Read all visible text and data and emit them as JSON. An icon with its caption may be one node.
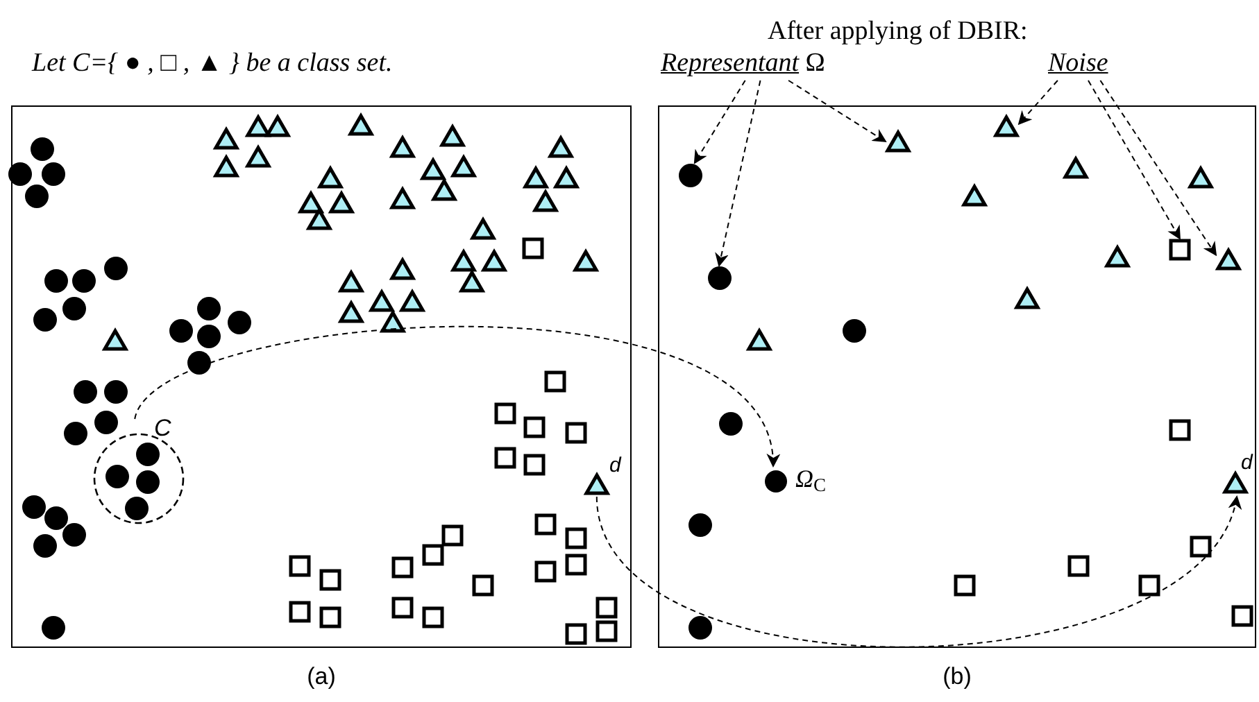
{
  "diagram": {
    "nodes": [
      {
        "text": [],
        "shape": "box",
        "beside": [
          "(a)"
        ]
      },
      {
        "text": [
          "C"
        ],
        "in": 0
      },
      {
        "text": [],
        "shape": "circle",
        "in": 1
      },
      {
        "text": [],
        "shape": "circle",
        "in": 1
      },
      {
        "text": [],
        "shape": "circle",
        "in": 1
      },
      {
        "text": [],
        "shape": "circle",
        "in": 1
      },
      {
        "text": [
          "d"
        ],
        "in": 0
      },
      {
        "text": [],
        "shape": "circle",
        "in": 0
      },
      {
        "text": [],
        "shape": "circle",
        "in": 0
      },
      {
        "text": [],
        "shape": "circle",
        "in": 0
      },
      {
        "text": [],
        "shape": "circle",
        "in": 0
      },
      {
        "text": [],
        "shape": "circle",
        "in": 0
      },
      {
        "text": [],
        "shape": "circle",
        "in": 0
      },
      {
        "text": [],
        "shape": "circle",
        "in": 0
      },
      {
        "text": [],
        "shape": "circle",
        "in": 0
      },
      {
        "text": [],
        "shape": "circle",
        "in": 0
      },
      {
        "text": [],
        "shape": "circle",
        "in": 0
      },
      {
        "text": [],
        "shape": "circle",
        "in": 0
      },
      {
        "text": [],
        "shape": "circle",
        "in": 0
      },
      {
        "text": [],
        "shape": "circle",
        "in": 0
      },
      {
        "text": [],
        "shape": "circle",
        "in": 0
      },
      {
        "text": [],
        "shape": "circle",
        "in": 0
      },
      {
        "text": [],
        "shape": "circle",
        "in": 0
      },
      {
        "text": [],
        "shape": "circle",
        "in": 0
      },
      {
        "text": [],
        "shape": "circle",
        "in": 0
      },
      {
        "text": [],
        "shape": "circle",
        "in": 0
      },
      {
        "text": [],
        "shape": "circle",
        "in": 0
      },
      {
        "text": [],
        "shape": "circle",
        "in": 0
      },
      {
        "text": [],
        "shape": "circle",
        "in": 0
      },
      {
        "text": [],
        "shape": "circle",
        "in": 0
      },
      {
        "text": [],
        "shape": "triangle",
        "in": 0
      },
      {
        "text": [],
        "shape": "triangle",
        "in": 0
      },
      {
        "text": [],
        "shape": "triangle",
        "in": 0
      },
      {
        "text": [],
        "shape": "triangle",
        "in": 0
      },
      {
        "text": [],
        "shape": "triangle",
        "in": 0
      },
      {
        "text": [],
        "shape": "triangle",
        "in": 0
      },
      {
        "text": [],
        "shape": "triangle",
        "in": 0
      },
      {
        "text": [],
        "shape": "triangle",
        "in": 0
      },
      {
        "text": [],
        "shape": "triangle",
        "in": 0
      },
      {
        "text": [],
        "shape": "triangle",
        "in": 0
      },
      {
        "text": [],
        "shape": "triangle",
        "in": 0
      },
      {
        "text": [],
        "shape": "triangle",
        "in": 0
      },
      {
        "text": [],
        "shape": "triangle",
        "in": 0
      },
      {
        "text": [],
        "shape": "triangle",
        "in": 0
      },
      {
        "text": [],
        "shape": "triangle",
        "in": 0
      },
      {
        "text": [],
        "shape": "triangle",
        "in": 0
      },
      {
        "text": [],
        "shape": "triangle",
        "in": 0
      },
      {
        "text": [],
        "shape": "triangle",
        "in": 0
      },
      {
        "text": [],
        "shape": "triangle",
        "in": 0
      },
      {
        "text": [],
        "shape": "triangle",
        "in": 0
      },
      {
        "text": [],
        "shape": "triangle",
        "in": 0
      },
      {
        "text": [],
        "shape": "triangle",
        "in": 0
      },
      {
        "text": [],
        "shape": "triangle",
        "in": 0
      },
      {
        "text": [],
        "shape": "triangle",
        "in": 0
      },
      {
        "text": [],
        "shape": "triangle",
        "in": 0
      },
      {
        "text": [],
        "shape": "triangle",
        "in": 0
      },
      {
        "text": [],
        "shape": "triangle",
        "in": 0
      },
      {
        "text": [],
        "shape": "triangle",
        "in": 0
      },
      {
        "text": [],
        "shape": "triangle",
        "in": 0
      },
      {
        "text": [],
        "shape": "triangle",
        "in": 0
      },
      {
        "text": [],
        "shape": "triangle",
        "in": 0
      },
      {
        "text": [],
        "shape": "triangle",
        "in": 0
      },
      {
        "text": [],
        "shape": "box",
        "in": 0
      },
      {
        "text": [],
        "shape": "box",
        "in": 0
      },
      {
        "text": [],
        "shape": "box",
        "in": 0
      },
      {
        "text": [],
        "shape": "box",
        "in": 0
      },
      {
        "text": [],
        "shape": "box",
        "in": 0
      },
      {
        "text": [],
        "shape": "box",
        "in": 0
      },
      {
        "text": [],
        "shape": "box",
        "in": 0
      },
      {
        "text": [],
        "shape": "box",
        "in": 0
      },
      {
        "text": [],
        "shape": "box",
        "in": 0
      },
      {
        "text": [],
        "shape": "box",
        "in": 0
      },
      {
        "text": [],
        "shape": "box",
        "in": 0
      },
      {
        "text": [],
        "shape": "box",
        "in": 0
      },
      {
        "text": [],
        "shape": "box",
        "in": 0
      },
      {
        "text": [],
        "shape": "box",
        "in": 0
      },
      {
        "text": [],
        "shape": "box",
        "in": 0
      },
      {
        "text": [],
        "shape": "box",
        "in": 0
      },
      {
        "text": [],
        "shape": "box",
        "in": 0
      },
      {
        "text": [],
        "shape": "box",
        "in": 0
      },
      {
        "text": [],
        "shape": "box",
        "in": 0
      },
      {
        "text": [],
        "shape": "box",
        "in": 0
      },
      {
        "text": [],
        "shape": "box",
        "in": 0
      },
      {
        "text": [],
        "shape": "box",
        "in": 0
      },
      {
        "text": [],
        "shape": "box",
        "in": 0
      },
      {
        "text": [],
        "shape": "box",
        "in": 0
      },
      {
        "text": [],
        "shape": "box",
        "beside": [
          "(b)"
        ]
      },
      {
        "text": [
          "*Representant* Ω"
        ]
      },
      {
        "text": [
          "Noise"
        ]
      },
      {
        "text": [
          "*Ω*$_{C}$"
        ],
        "in": 86
      },
      {
        "text": [
          "d"
        ],
        "in": 86
      },
      {
        "text": [],
        "shape": "circle",
        "in": 86
      },
      {
        "text": [],
        "shape": "circle",
        "in": 86
      },
      {
        "text": [],
        "shape": "triangle",
        "in": 86
      },
      {
        "text": [],
        "shape": "triangle",
        "in": 86
      },
      {
        "text": [],
        "shape": "box",
        "in": 86
      },
      {
        "text": [],
        "shape": "triangle",
        "in": 86
      },
      {
        "text": [],
        "shape": "circle",
        "in": 86
      },
      {
        "text": [],
        "shape": "circle",
        "in": 86
      },
      {
        "text": [],
        "shape": "circle",
        "in": 86
      },
      {
        "text": [],
        "shape": "circle",
        "in": 86
      },
      {
        "text": [],
        "shape": "triangle",
        "in": 86
      },
      {
        "text": [],
        "shape": "triangle",
        "in": 86
      },
      {
        "text": [],
        "shape": "triangle",
        "in": 86
      },
      {
        "text": [],
        "shape": "triangle",
        "in": 86
      },
      {
        "text": [],
        "shape": "triangle",
        "in": 86
      },
      {
        "text": [],
        "shape": "triangle",
        "in": 86
      },
      {
        "text": [],
        "shape": "box",
        "in": 86
      },
      {
        "text": [],
        "shape": "box",
        "in": 86
      },
      {
        "text": [],
        "shape": "box",
        "in": 86
      },
      {
        "text": [],
        "shape": "box",
        "in": 86
      },
      {
        "text": [],
        "shape": "box",
        "in": 86
      },
      {
        "text": [],
        "shape": "box",
        "in": 86
      }
    ],
    "edges": [
      {
        "from": 1,
        "to": 89,
        "arrow": "to",
        "style": "dashed"
      },
      {
        "from": 6,
        "to": 90,
        "arrow": "to",
        "style": "dashed"
      },
      {
        "from": 87,
        "to": 91,
        "arrow": "to",
        "style": "dashed"
      },
      {
        "from": 87,
        "to": 92,
        "arrow": "to",
        "style": "dashed"
      },
      {
        "from": 87,
        "to": 93,
        "arrow": "to",
        "style": "dashed"
      },
      {
        "from": 88,
        "to": 94,
        "arrow": "to",
        "style": "dashed"
      },
      {
        "from": 88,
        "to": 95,
        "arrow": "to",
        "style": "dashed"
      },
      {
        "from": 88,
        "to": 96,
        "arrow": "to",
        "style": "dashed"
      }
    ],
    "labels": [
      "After applying of DBIR:",
      "Let C={ ● , □ , ▲ } be a class set."
    ]
  }
}
